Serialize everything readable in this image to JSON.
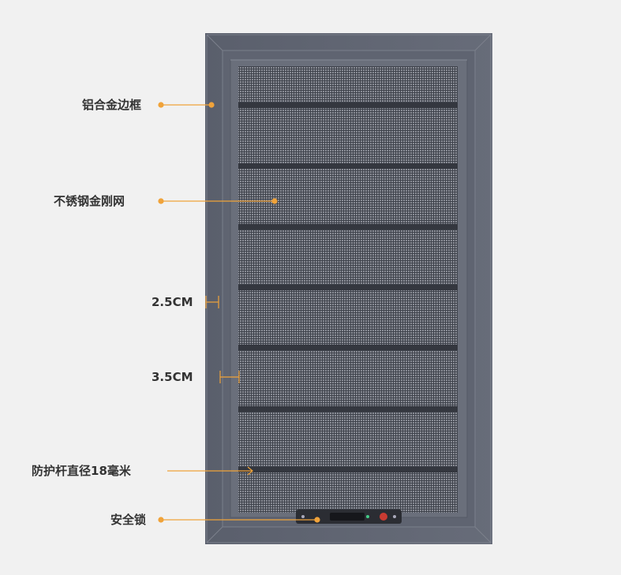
{
  "accent_color": "#f0a33a",
  "frame_color": "#5d6270",
  "labels": {
    "frame": "铝合金边框",
    "mesh": "不锈钢金刚网",
    "gap_small": "2.5CM",
    "gap_large": "3.5CM",
    "bar": "防护杆直径18毫米",
    "lock": "安全锁"
  }
}
